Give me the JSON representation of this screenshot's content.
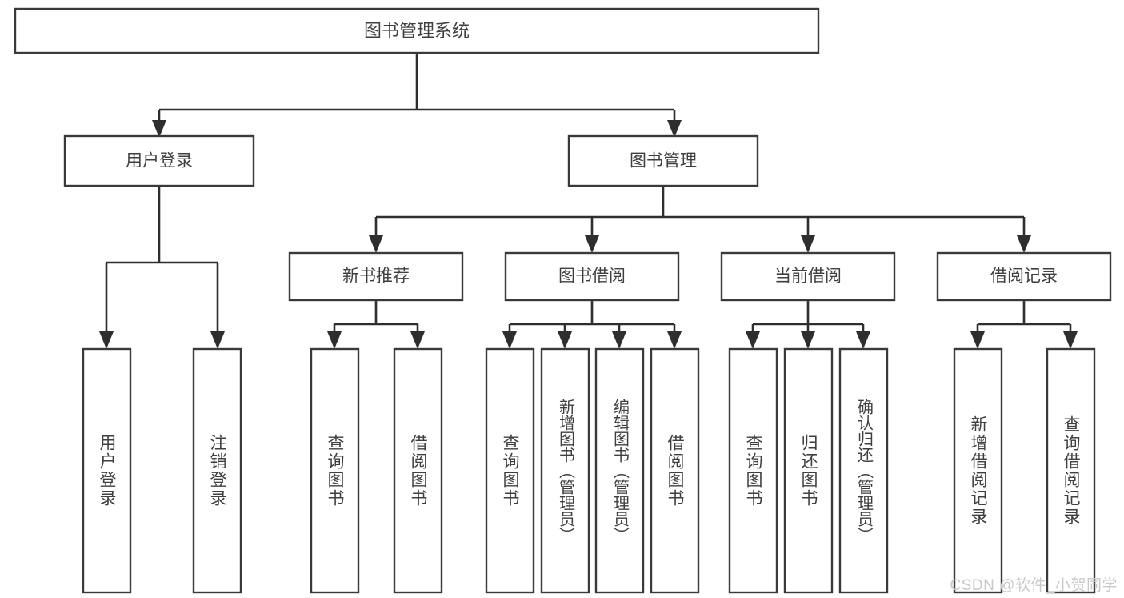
{
  "diagram": {
    "type": "tree-flowchart",
    "title": "图书管理系统",
    "watermark": "CSDN @软件_小贺同学",
    "colors": {
      "box_stroke": "#3a3a3a",
      "box_fill": "#ffffff",
      "connector": "#2e2e2e",
      "text": "#3f3f3f",
      "watermark": "#c9c9c9",
      "background": "#ffffff"
    },
    "root": {
      "label": "图书管理系统"
    },
    "level2": [
      {
        "id": "user-login",
        "label": "用户登录"
      },
      {
        "id": "book-manage",
        "label": "图书管理"
      }
    ],
    "level3": [
      {
        "id": "new-book-recommend",
        "label": "新书推荐"
      },
      {
        "id": "book-borrow",
        "label": "图书借阅"
      },
      {
        "id": "current-borrow",
        "label": "当前借阅"
      },
      {
        "id": "borrow-record",
        "label": "借阅记录"
      }
    ],
    "leaves": {
      "user_login": [
        {
          "id": "leaf-user-login",
          "label": "用户登录"
        },
        {
          "id": "leaf-logout-login",
          "label": "注销登录"
        }
      ],
      "new_book_recommend": [
        {
          "id": "leaf-query-book-1",
          "label": "查询图书"
        },
        {
          "id": "leaf-borrow-book-1",
          "label": "借阅图书"
        }
      ],
      "book_borrow": [
        {
          "id": "leaf-query-book-2",
          "label": "查询图书"
        },
        {
          "id": "leaf-add-book",
          "label": "新增图书（管理员）"
        },
        {
          "id": "leaf-edit-book",
          "label": "编辑图书（管理员）"
        },
        {
          "id": "leaf-borrow-book-2",
          "label": "借阅图书"
        }
      ],
      "current_borrow": [
        {
          "id": "leaf-query-book-3",
          "label": "查询图书"
        },
        {
          "id": "leaf-return-book",
          "label": "归还图书"
        },
        {
          "id": "leaf-confirm-return",
          "label": "确认归还（管理员）"
        }
      ],
      "borrow_record": [
        {
          "id": "leaf-add-record",
          "label": "新增借阅记录"
        },
        {
          "id": "leaf-query-record",
          "label": "查询借阅记录"
        }
      ]
    }
  }
}
